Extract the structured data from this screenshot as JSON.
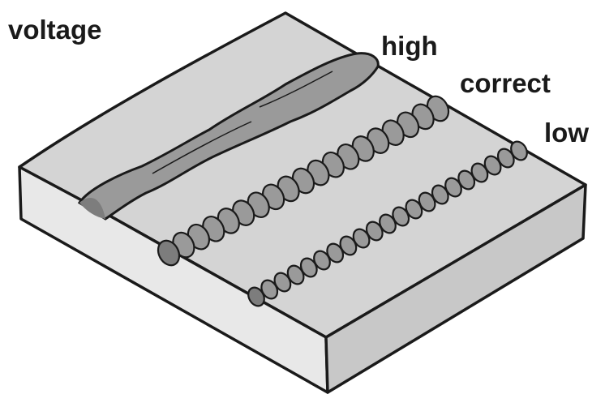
{
  "labels": {
    "voltage": "voltage",
    "high": "high",
    "correct": "correct",
    "low": "low"
  },
  "colors": {
    "plate_top": "#d4d4d4",
    "plate_front": "#e6e6e6",
    "plate_side": "#c6c6c6",
    "bead": "#9a9a9a",
    "bead_shadow": "#7d7d7d",
    "outline": "#1a1a1a"
  }
}
